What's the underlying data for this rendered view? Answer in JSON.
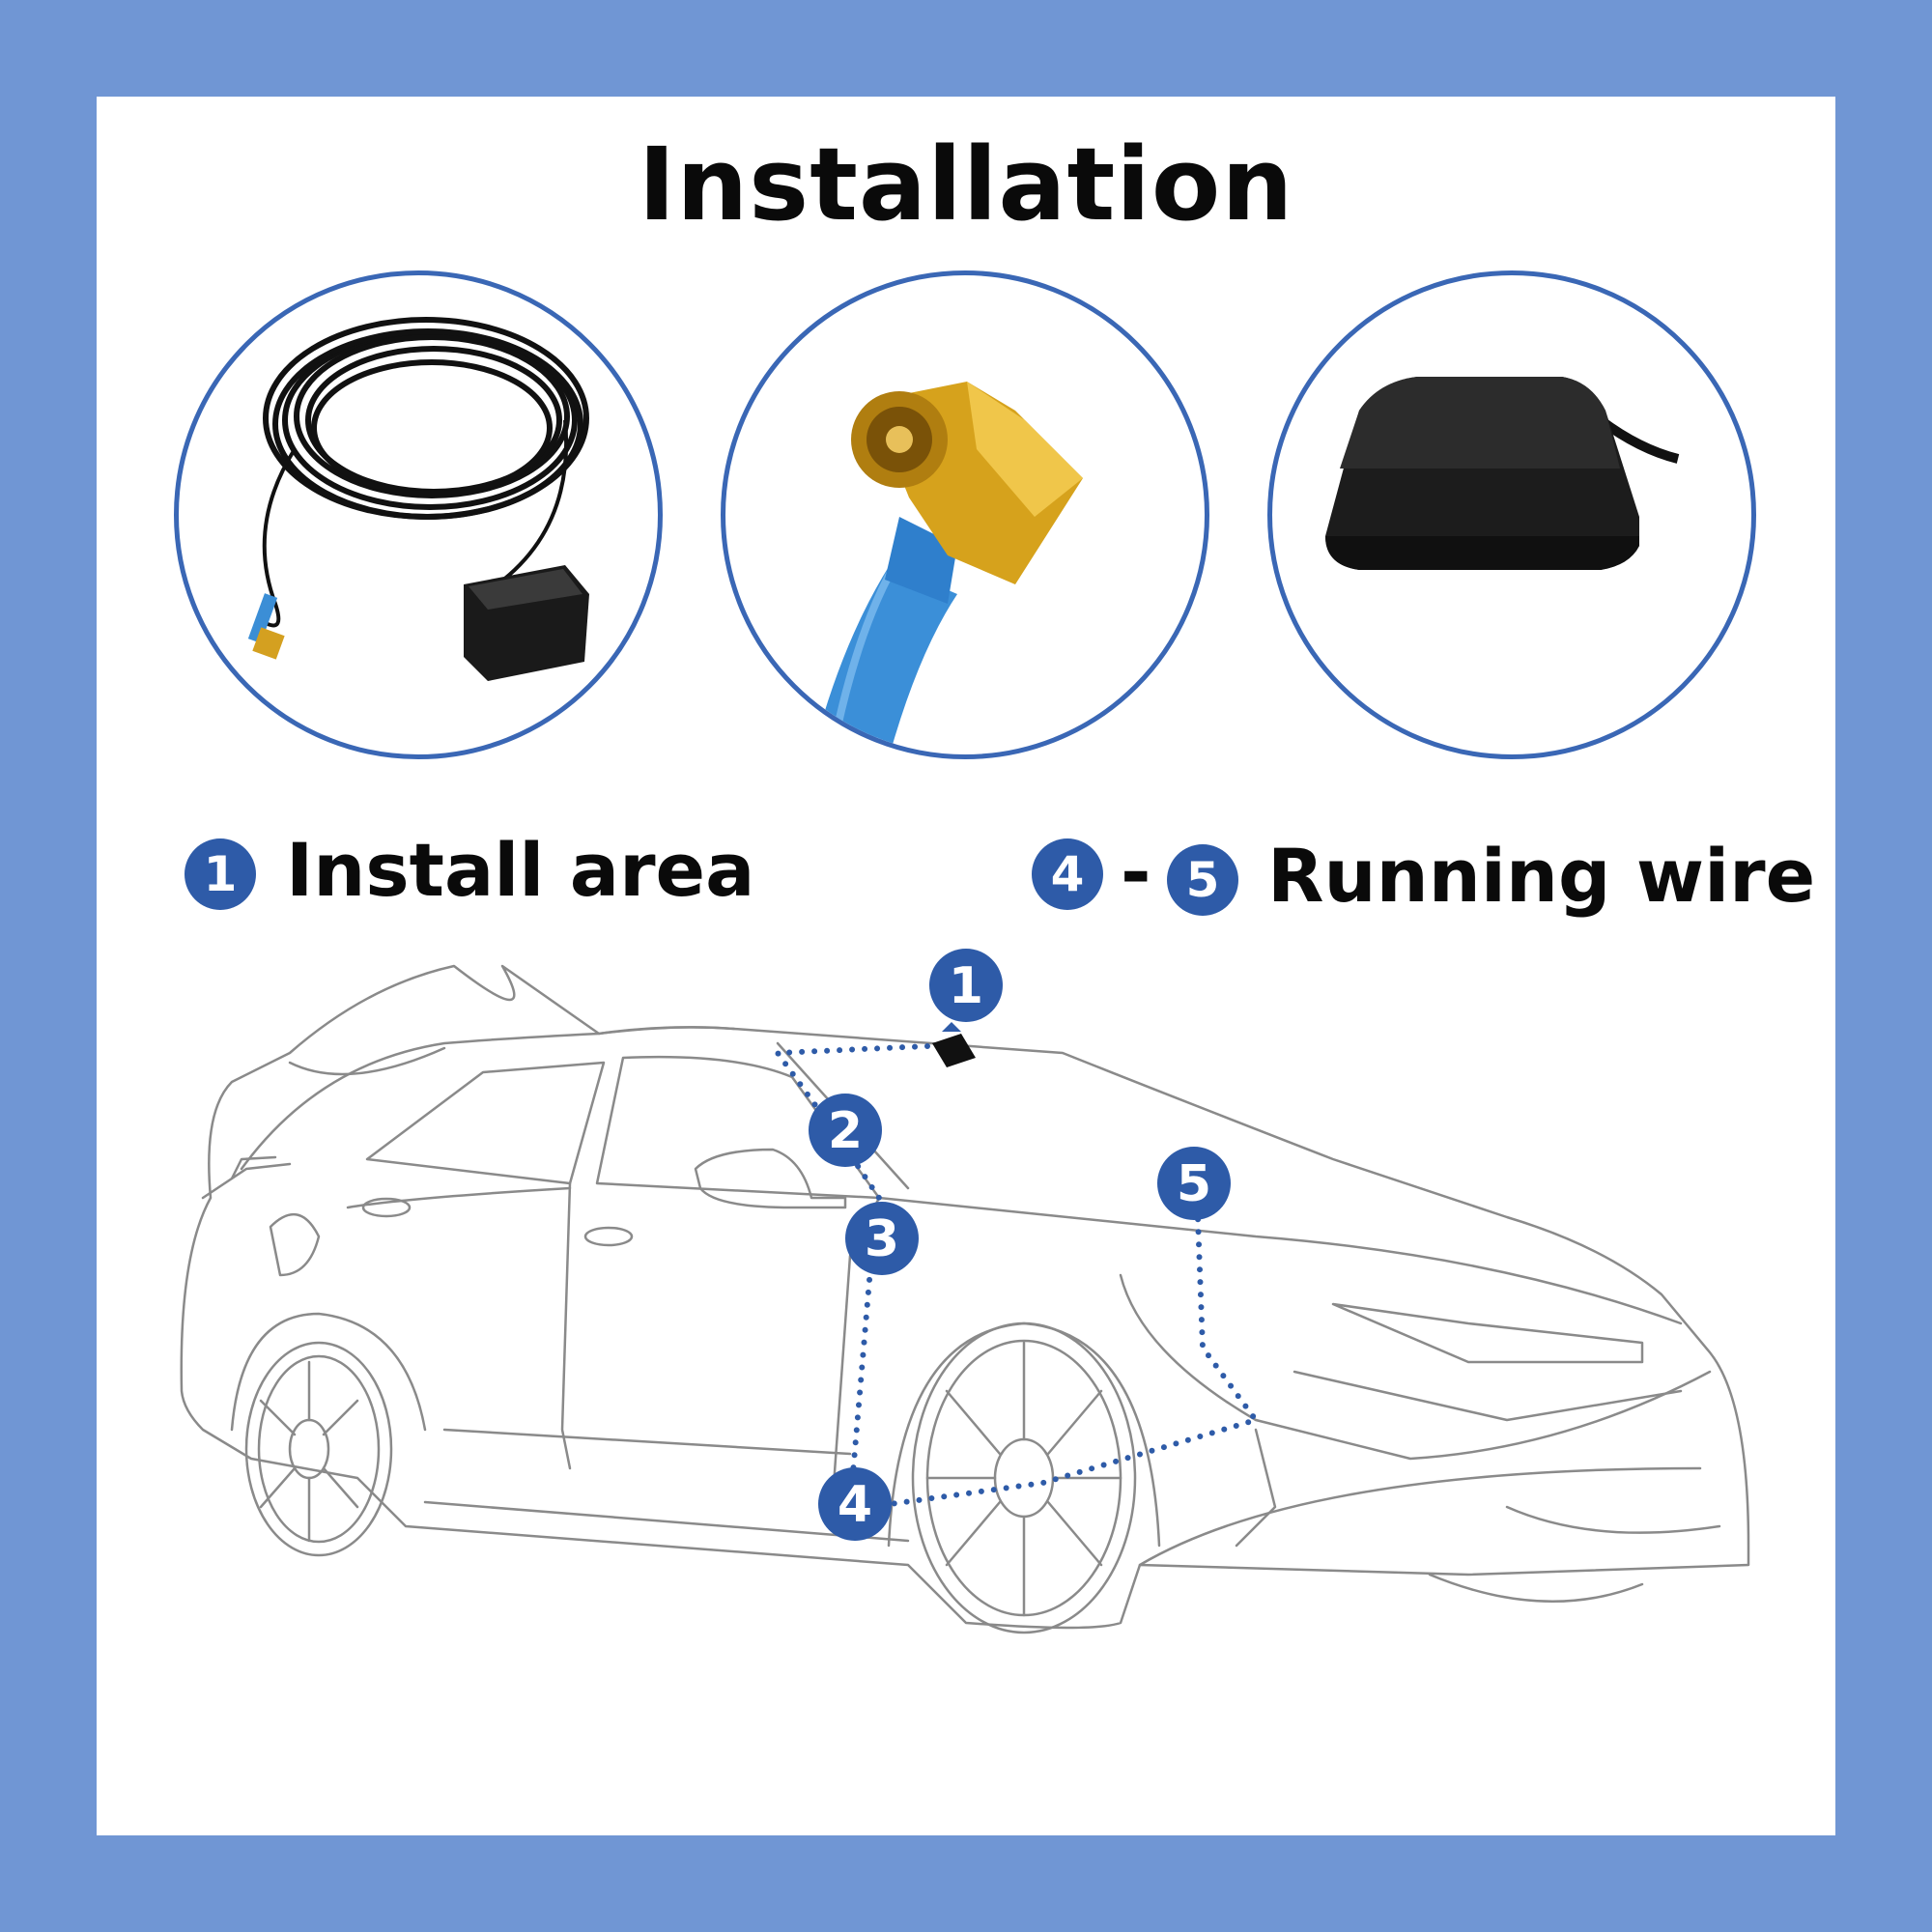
{
  "title": "Installation",
  "legend": {
    "install": {
      "badge": "1",
      "label": "Install area"
    },
    "running": {
      "badge_start": "4",
      "dash": "-",
      "badge_end": "5",
      "label": "Running wire"
    }
  },
  "markers": [
    "1",
    "2",
    "3",
    "4",
    "5"
  ],
  "colors": {
    "border": "#7096d4",
    "accent": "#2e5ba8",
    "ring": "#3a67b5"
  },
  "icons": [
    "cable-coil-photo",
    "connector-photo",
    "antenna-puck-photo",
    "car-outline"
  ]
}
